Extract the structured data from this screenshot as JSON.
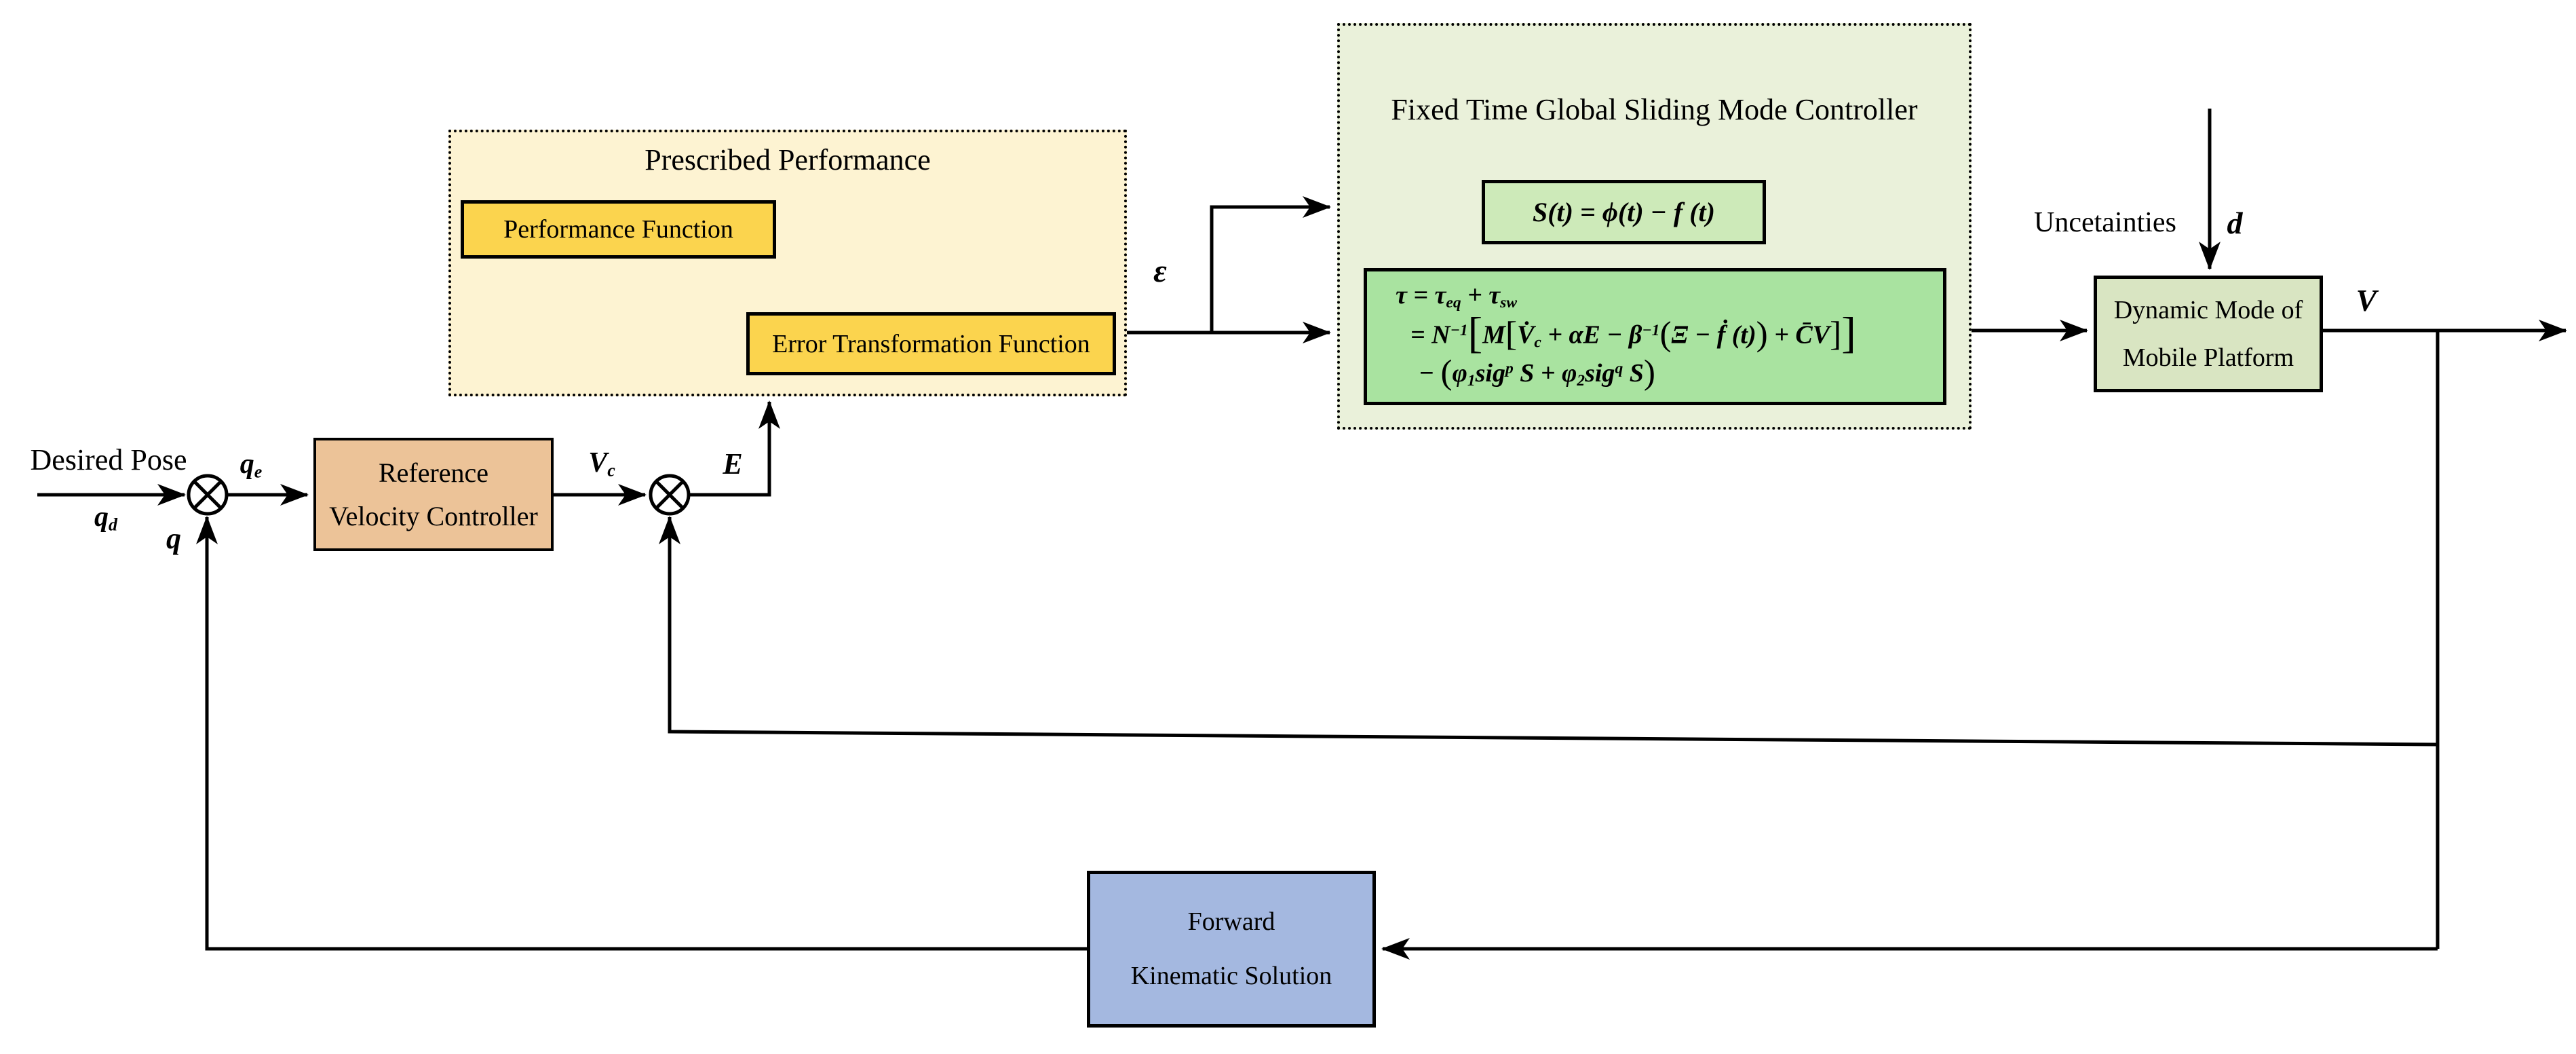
{
  "colors": {
    "pp_bg": "#fdf3d2",
    "accent_yellow": "#fbd44e",
    "ft_bg": "#eaf1da",
    "s_bg": "#cdeab9",
    "tau_bg": "#a9e3a0",
    "rvc_bg": "#ecc398",
    "dm_bg": "#d9e5c2",
    "fks_bg": "#a4b8e0",
    "line": "#000000"
  },
  "labels": {
    "desired_pose": "Desired Pose",
    "uncertainties": "Uncetainties",
    "E": "E",
    "V": "V",
    "q": "q",
    "d": "d",
    "epsilon": "ε"
  },
  "eq_labels": {
    "qd": [
      {
        "t": "q"
      },
      {
        "t": "d",
        "s": "sub"
      }
    ],
    "qe": [
      {
        "t": "q"
      },
      {
        "t": "e",
        "s": "sub"
      }
    ],
    "vc": [
      {
        "t": "V"
      },
      {
        "t": "c",
        "s": "sub"
      }
    ]
  },
  "blocks": {
    "rvc": {
      "line1": "Reference",
      "line2": "Velocity Controller"
    },
    "pp": {
      "title": "Prescribed Performance",
      "pf": "Performance Function",
      "etf": "Error Transformation Function"
    },
    "ftgsmc": {
      "title": "Fixed Time Global Sliding Mode Controller",
      "s_eq": [
        {
          "t": "S(t) = ϕ(t) − f (t)"
        }
      ],
      "tau_line1": [
        {
          "t": "τ = τ"
        },
        {
          "t": "eq",
          "s": "sub"
        },
        {
          "t": " + τ"
        },
        {
          "t": "sw",
          "s": "sub"
        }
      ],
      "tau_line2": [
        {
          "t": "= N"
        },
        {
          "t": "−1",
          "s": "sup"
        },
        {
          "t": "[",
          "s": "big2"
        },
        {
          "t": "M"
        },
        {
          "t": "[",
          "s": "big"
        },
        {
          "t": "V̇"
        },
        {
          "t": "c",
          "s": "sub"
        },
        {
          "t": " + αE − β"
        },
        {
          "t": "−1",
          "s": "sup"
        },
        {
          "t": "(",
          "s": "big"
        },
        {
          "t": "Ξ − ḟ (t)"
        },
        {
          "t": ")",
          "s": "big"
        },
        {
          "t": " + C̄V"
        },
        {
          "t": "]",
          "s": "big"
        },
        {
          "t": "]",
          "s": "big2"
        }
      ],
      "tau_line3": [
        {
          "t": "− "
        },
        {
          "t": "(",
          "s": "big"
        },
        {
          "t": "φ"
        },
        {
          "t": "1",
          "s": "sub"
        },
        {
          "t": "sig"
        },
        {
          "t": "p",
          "s": "sup"
        },
        {
          "t": " S + φ"
        },
        {
          "t": "2",
          "s": "sub"
        },
        {
          "t": "sig"
        },
        {
          "t": "q",
          "s": "sup"
        },
        {
          "t": " S"
        },
        {
          "t": ")",
          "s": "big"
        }
      ]
    },
    "dm": {
      "line1": "Dynamic Mode of",
      "line2": "Mobile Platform"
    },
    "fks": {
      "line1": "Forward",
      "line2": "Kinematic Solution"
    }
  }
}
